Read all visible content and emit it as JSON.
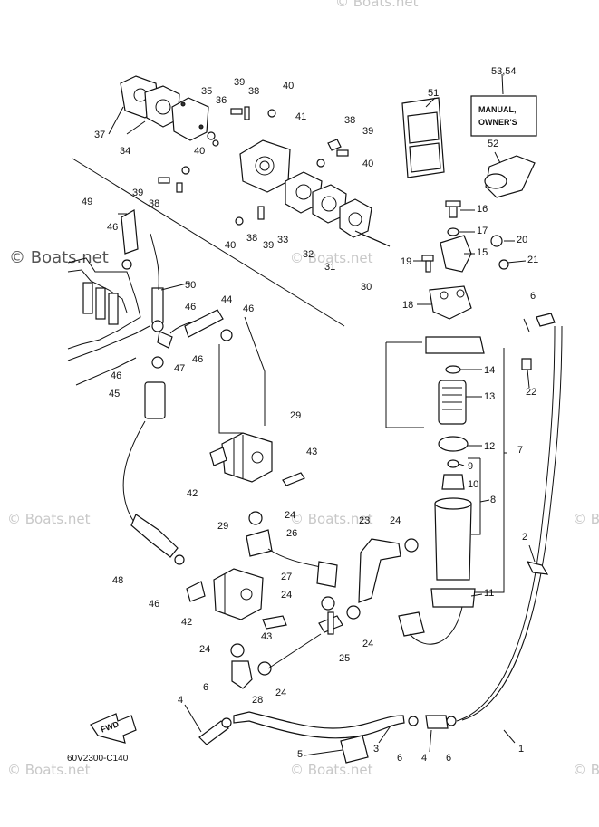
{
  "diagram_code": "60V2300-C140",
  "watermark": "© Boats.net",
  "fwd_label": "FWD",
  "manual_label": [
    "MANUAL,",
    "OWNER'S"
  ],
  "callouts": [
    "1",
    "2",
    "3",
    "4",
    "5",
    "6",
    "7",
    "8",
    "9",
    "10",
    "11",
    "12",
    "13",
    "14",
    "15",
    "16",
    "17",
    "18",
    "19",
    "20",
    "21",
    "22",
    "23",
    "24",
    "25",
    "26",
    "27",
    "28",
    "29",
    "30",
    "31",
    "32",
    "33",
    "34",
    "35",
    "36",
    "37",
    "38",
    "39",
    "40",
    "41",
    "42",
    "43",
    "44",
    "45",
    "46",
    "47",
    "48",
    "49",
    "50",
    "51",
    "52",
    "53,54"
  ]
}
